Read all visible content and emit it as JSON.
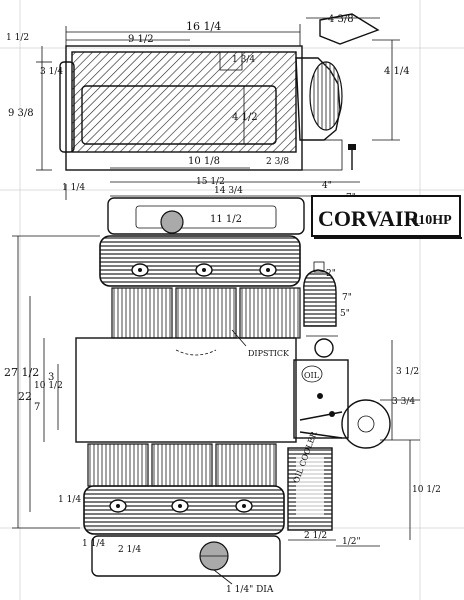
{
  "title": {
    "name": "CORVAIR",
    "rating": "110HP"
  },
  "dimensions": {
    "top_total_width": "16 1/4",
    "top_left_width": "9 1/2",
    "top_right_offset": "4 3/8",
    "top_left_small": "1 1/2",
    "fan_height": "3 1/4",
    "upper_height": "9 3/8",
    "small_box": "1 3/4",
    "shroud_inner": "4 1/2",
    "fan_right_height": "4 1/4",
    "shroud_base_width": "10 1/8",
    "right_step": "2 3/8",
    "left_step": "1 1/4",
    "width_a": "15 1/2",
    "width_b": "14 3/4",
    "right_four": "4\"",
    "right_seven": "7\"",
    "head_width": "11 1/2",
    "total_height": "27 1/2",
    "crankcase_height": "22",
    "block_a": "10 1/2",
    "block_b": "7",
    "block_c": "3",
    "pulley_small": "2\"",
    "filter_width": "7\"",
    "filter_height": "5\"",
    "right_a": "3 1/2",
    "right_b": "3 3/4",
    "cooler_height": "10 1/2",
    "lower_left": "1 1/4",
    "lower_right_a": "2 1/2",
    "lower_right_b": "1/2\"",
    "bottom_left_a": "1 1/4",
    "bottom_left_b": "2 1/4",
    "bottom_dia": "1 1/4\" DIA"
  },
  "labels": {
    "dipstick": "DIPSTICK",
    "oil": "OIL",
    "oil_cooler": "OIL COOLER"
  }
}
